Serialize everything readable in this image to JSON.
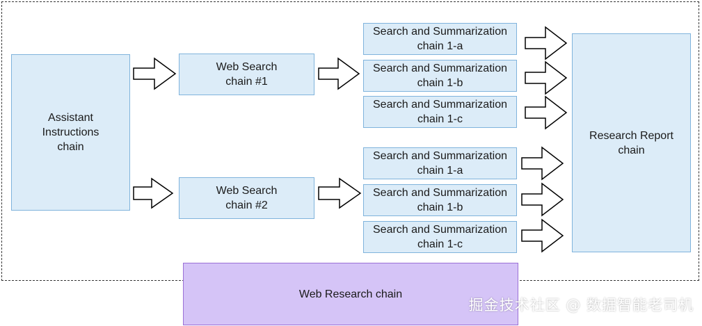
{
  "diagram": {
    "nodes": {
      "assistant": "Assistant\nInstructions\nchain",
      "web_search_1": "Web Search\nchain #1",
      "web_search_2": "Web Search\nchain #2",
      "summ_1_a_top": "Search and Summarization\nchain 1-a",
      "summ_1_b_top": "Search and Summarization\nchain 1-b",
      "summ_1_c_top": "Search and Summarization\nchain 1-c",
      "summ_1_a_bottom": "Search and Summarization\nchain 1-a",
      "summ_1_b_bottom": "Search and Summarization\nchain 1-b",
      "summ_1_c_bottom": "Search and Summarization\nchain 1-c",
      "report": "Research Report\nchain",
      "web_research": "Web Research chain"
    },
    "watermark": "掘金技术社区 @ 数据智能老司机",
    "colors": {
      "box_fill": "#dcecf8",
      "box_border": "#7fb3dc",
      "group_fill": "#d5c4f7",
      "group_border": "#9a6fd6"
    }
  }
}
